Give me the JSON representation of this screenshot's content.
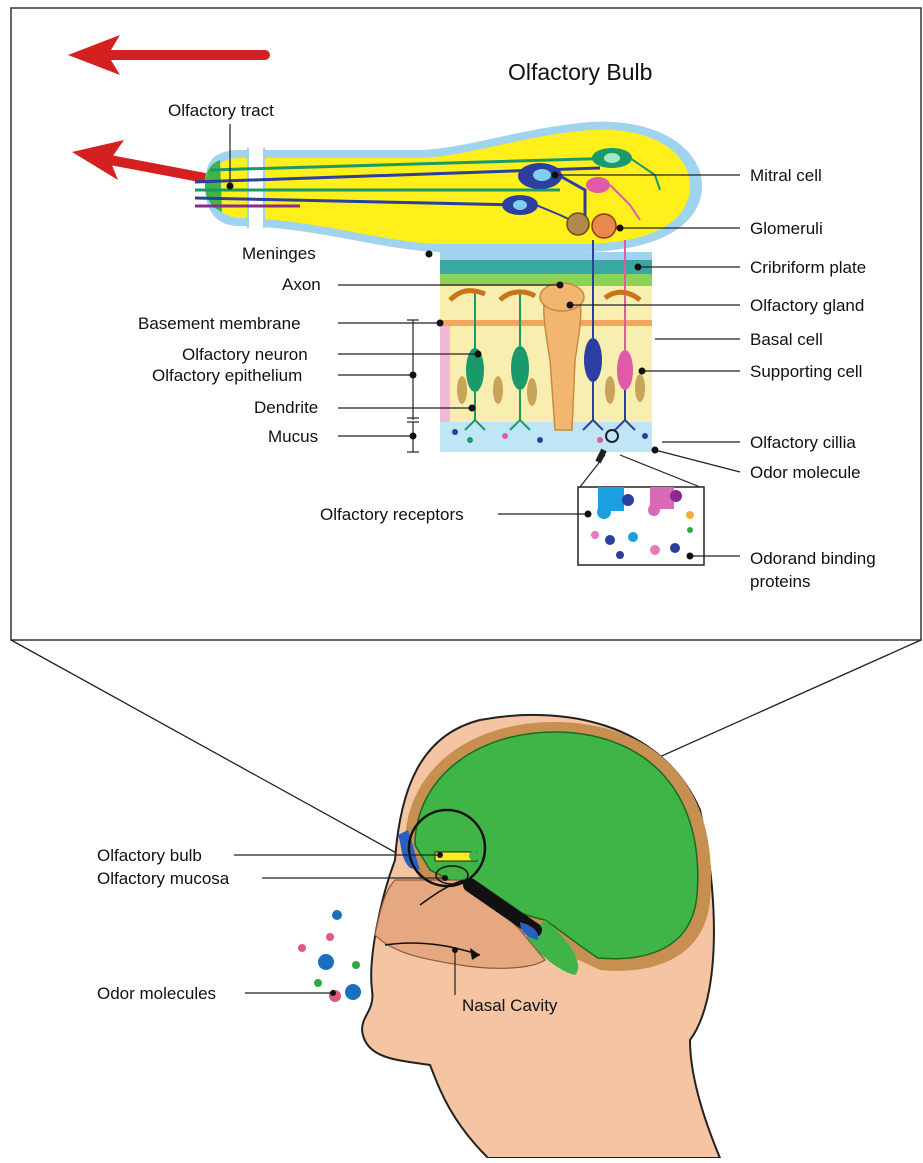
{
  "top_panel": {
    "title": "Olfactory Bulb",
    "labels_left": {
      "olfactory_tract": "Olfactory tract",
      "meninges": "Meninges",
      "axon": "Axon",
      "basement_membrane": "Basement membrane",
      "olfactory_neuron": "Olfactory neuron",
      "olfactory_epithelium": "Olfactory epithelium",
      "dendrite": "Dendrite",
      "mucus": "Mucus",
      "olfactory_receptors": "Olfactory receptors"
    },
    "labels_right": {
      "mitral_cell": "Mitral cell",
      "glomeruli": "Glomeruli",
      "cribriform_plate": "Cribriform plate",
      "olfactory_gland": "Olfactory gland",
      "basal_cell": "Basal cell",
      "supporting_cell": "Supporting cell",
      "olfactory_cillia": "Olfactory cillia",
      "odor_molecule": "Odor molecule",
      "odorand_binding_line1": "Odorand binding",
      "odorand_binding_line2": "proteins"
    }
  },
  "bottom_panel": {
    "labels": {
      "olfactory_bulb": "Olfactory bulb",
      "olfactory_mucosa": "Olfactory mucosa",
      "odor_molecules": "Odor molecules",
      "nasal_cavity": "Nasal Cavity"
    }
  },
  "colors": {
    "arrow_red": "#d42020",
    "bulb_yellow": "#ffef1a",
    "bulb_blue_outline": "#9fd3f0",
    "brain_green": "#3fb548",
    "skin": "#f5c4a3",
    "skull_brown": "#b07a2c",
    "neuron_green": "#1a9a6a",
    "neuron_blue": "#2a3f9f",
    "neuron_pink": "#e05aa8",
    "mucus_blue": "#bfe6f5",
    "epithelium_yellow": "#f8eeb0"
  }
}
